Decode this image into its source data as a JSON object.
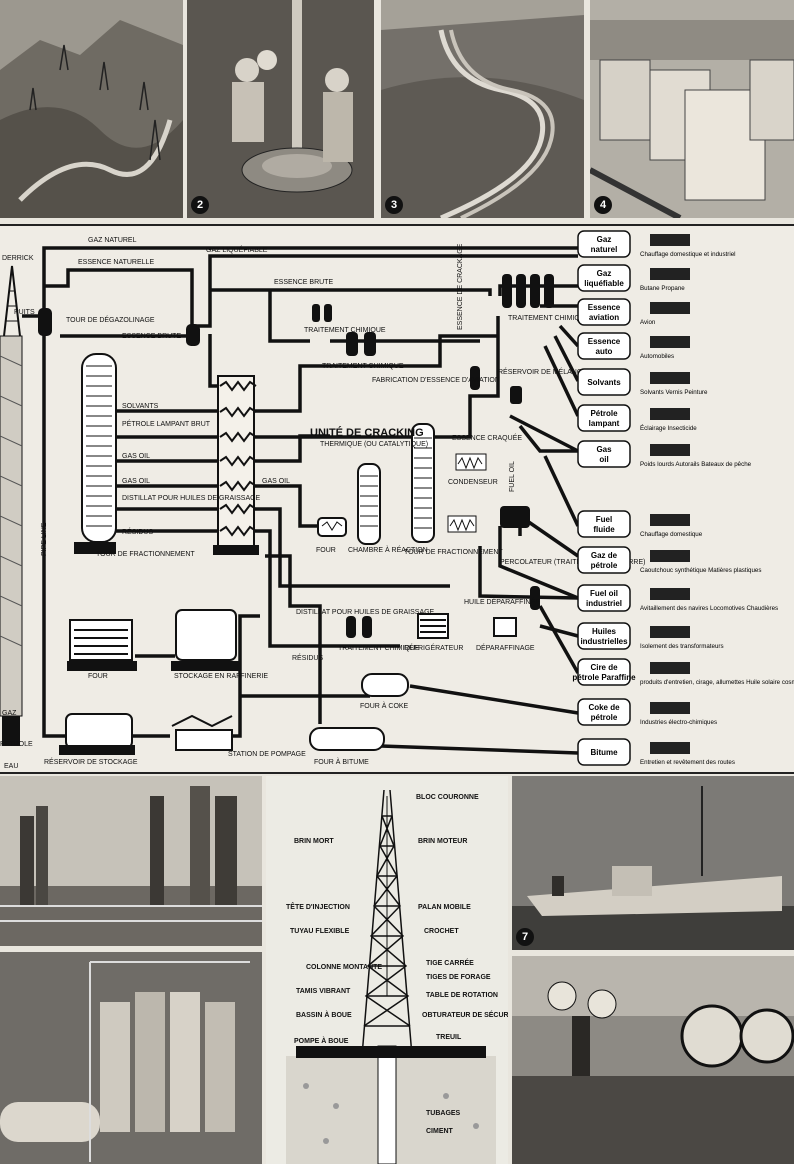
{
  "photos_top": [
    {
      "name": "oil-field-photo",
      "number": ""
    },
    {
      "name": "drilling-crew-photo",
      "number": "2"
    },
    {
      "name": "pipeline-photo",
      "number": "3"
    },
    {
      "name": "storage-tanks-photo",
      "number": "4"
    }
  ],
  "diagram": {
    "left_labels": {
      "derrick": "DERRICK",
      "puits": "PUITS",
      "pipe_line": "PIPE LINE",
      "gaz": "GAZ",
      "petrole": "PÉTROLE",
      "eau": "EAU"
    },
    "streams": {
      "gaz_naturel": "GAZ NATUREL",
      "gaz_liquefiable": "GAZ LIQUÉFIABLE",
      "essence_naturelle": "ESSENCE NATURELLE",
      "essence_brute_1": "ESSENCE BRUTE",
      "essence_brute_2": "ESSENCE BRUTE",
      "tour_degazolinage": "TOUR DE DÉGAZOLINAGE",
      "solvants": "SOLVANTS",
      "petrole_lampant_brut": "PÉTROLE LAMPANT BRUT",
      "gas_oil_1": "GAS OIL",
      "gas_oil_2": "GAS OIL",
      "gas_oil_3": "GAS OIL",
      "distillat": "DISTILLAT POUR HUILES DE GRAISSAGE",
      "residus_1": "RÉSIDUS",
      "residus_2": "RÉSIDUS",
      "tour_fractionnement": "TOUR DE FRACTIONNEMENT",
      "traitement_chimique_1": "TRAITEMENT CHIMIQUE",
      "traitement_chimique_2": "TRAITEMENT CHIMIQUE",
      "traitement_chimique_3": "TRAITEMENT CHIMIQUE",
      "traitement_chimique_4": "TRAITEMENT CHIMIQUE",
      "fabrication_aviation": "FABRICATION D'ESSENCE D'AVIATION",
      "essence_crackage": "ESSENCE DE CRACKAGE",
      "reservoir_melange": "RÉSERVOIR DE MÉLANGE",
      "unite_cracking": "UNITÉ DE CRACKING",
      "thermique": "THERMIQUE (OU CATALYTIQUE)",
      "essence_craquee": "ESSENCE CRAQUÉE",
      "condenseur": "CONDENSEUR",
      "fuel_oil": "FUEL OIL",
      "four": "FOUR",
      "chambre_reaction": "CHAMBRE À RÉACTION",
      "tour_fract_2": "TOUR DE FRACTIONNEMENT",
      "percolateur": "PERCOLATEUR (TRAITEMENT À LA TERRE)",
      "huile_deparaffinee": "HUILE DÉPARAFFINÉE",
      "distillat_2": "DISTILLAT POUR HUILES DE GRAISSAGE",
      "refrigerateur": "RÉFRIGÉRATEUR",
      "deparaffinage": "DÉPARAFFINAGE",
      "four_2": "FOUR",
      "stockage_raffinerie": "STOCKAGE EN RAFFINERIE",
      "four_coke": "FOUR À COKE",
      "reservoir_stockage": "RÉSERVOIR DE STOCKAGE",
      "station_pompage": "STATION DE POMPAGE",
      "four_bitume": "FOUR À BITUME"
    },
    "products": [
      {
        "label": "Gaz naturel",
        "use": "Chauffage domestique et industriel"
      },
      {
        "label": "Gaz liquéfiable",
        "use": "Butane   Propane"
      },
      {
        "label": "Essence aviation",
        "use": "Avion"
      },
      {
        "label": "Essence auto",
        "use": "Automobiles"
      },
      {
        "label": "Solvants",
        "use": "Solvants  Vernis  Peinture"
      },
      {
        "label": "Pétrole lampant",
        "use": "Éclairage   Insecticide"
      },
      {
        "label": "Gas oil",
        "use": "Poids lourds   Autorails   Bateaux de pêche"
      },
      {
        "label": "Fuel fluide",
        "use": "Chauffage domestique"
      },
      {
        "label": "Gaz de pétrole",
        "use": "Caoutchouc synthétique  Matières plastiques"
      },
      {
        "label": "Fuel oil industriel",
        "use": "Avitaillement des navires  Locomotives  Chaudières"
      },
      {
        "label": "Huiles industrielles",
        "use": "Isolement des transformateurs"
      },
      {
        "label": "Cire de pétrole Paraffine",
        "use": "produits d'entretien, cirage, allumettes  Huile solaire  cosmétique"
      },
      {
        "label": "Coke de pétrole",
        "use": "Industries électro-chimiques"
      },
      {
        "label": "Bitume",
        "use": "Entretien et revêtement des routes"
      }
    ]
  },
  "rig": {
    "labels": [
      "BLOC COURONNE",
      "BRIN MORT",
      "BRIN MOTEUR",
      "TÊTE D'INJECTION",
      "PALAN MOBILE",
      "TUYAU FLEXIBLE",
      "CROCHET",
      "COLONNE MONTANTE",
      "TIGE CARRÉE",
      "TIGES DE FORAGE",
      "TAMIS VIBRANT",
      "TABLE DE ROTATION",
      "BASSIN À BOUE",
      "OBTURATEUR DE SÉCURITÉ",
      "TREUIL",
      "POMPE À BOUE",
      "TUBAGES",
      "CIMENT"
    ]
  },
  "photos_bottom": [
    {
      "name": "refinery-columns-photo",
      "number": ""
    },
    {
      "name": "tanker-ship-photo",
      "number": "7"
    },
    {
      "name": "refinery-tanks-photo",
      "number": ""
    },
    {
      "name": "control-room-photo",
      "number": ""
    }
  ]
}
